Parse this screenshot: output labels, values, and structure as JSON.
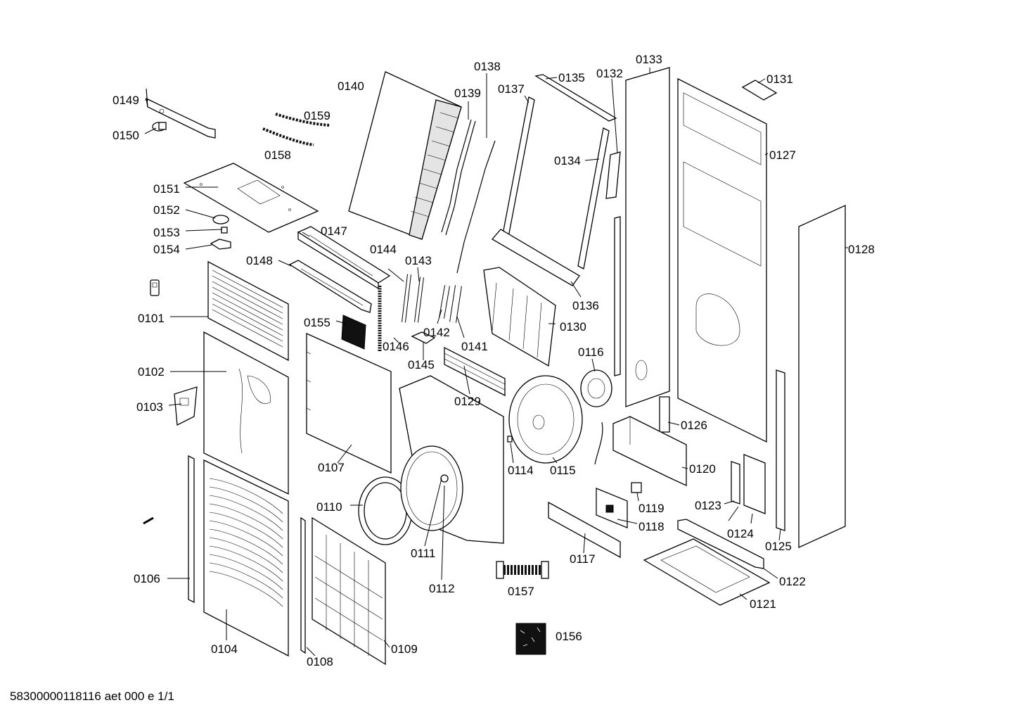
{
  "footer_text": "58300000118116 aet 000 e 1/1",
  "labels": {
    "p0101": "0101",
    "p0102": "0102",
    "p0103": "0103",
    "p0104": "0104",
    "p0106": "0106",
    "p0107": "0107",
    "p0108": "0108",
    "p0109": "0109",
    "p0110": "0110",
    "p0111": "0111",
    "p0112": "0112",
    "p0114": "0114",
    "p0115": "0115",
    "p0116": "0116",
    "p0117": "0117",
    "p0118": "0118",
    "p0119": "0119",
    "p0120": "0120",
    "p0121": "0121",
    "p0122": "0122",
    "p0123": "0123",
    "p0124": "0124",
    "p0125": "0125",
    "p0126": "0126",
    "p0127": "0127",
    "p0128": "0128",
    "p0129": "0129",
    "p0130": "0130",
    "p0131": "0131",
    "p0132": "0132",
    "p0133": "0133",
    "p0134": "0134",
    "p0135": "0135",
    "p0136": "0136",
    "p0137": "0137",
    "p0138": "0138",
    "p0139": "0139",
    "p0140": "0140",
    "p0141": "0141",
    "p0142": "0142",
    "p0143": "0143",
    "p0144": "0144",
    "p0145": "0145",
    "p0146": "0146",
    "p0147": "0147",
    "p0148": "0148",
    "p0149": "0149",
    "p0150": "0150",
    "p0151": "0151",
    "p0152": "0152",
    "p0153": "0153",
    "p0154": "0154",
    "p0155": "0155",
    "p0156": "0156",
    "p0157": "0157",
    "p0158": "0158",
    "p0159": "0159"
  }
}
